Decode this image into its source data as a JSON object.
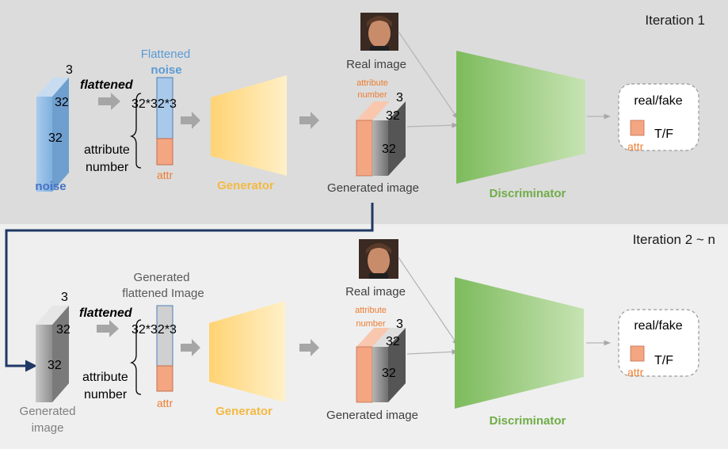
{
  "panels": [
    {
      "iteration_label": "Iteration 1",
      "input_cube": {
        "depth": "3",
        "width": "32",
        "height": "32",
        "caption": "noise"
      },
      "flatten_label": "flattened",
      "vector_title_line1": "Flattened",
      "vector_title_line2": "noise",
      "vector_size": "32*32*3",
      "attribute_label_line1": "attribute",
      "attribute_label_line2": "number",
      "attr_segment_label": "attr",
      "generator_label": "Generator",
      "real_image_label": "Real image",
      "generated_attr_line1": "attribute",
      "generated_attr_line2": "number",
      "generated_cube": {
        "depth": "3",
        "width": "32",
        "height": "32"
      },
      "generated_image_label": "Generated image",
      "discriminator_label": "Discriminator",
      "output": {
        "title": "real/fake",
        "tf_label": "T/F",
        "attr_label": "attr"
      }
    },
    {
      "iteration_label": "Iteration 2 ~ n",
      "input_cube": {
        "depth": "3",
        "width": "32",
        "height": "32",
        "caption_line1": "Generated",
        "caption_line2": "image"
      },
      "flatten_label": "flattened",
      "vector_title_line1": "Generated",
      "vector_title_line2": "flattened Image",
      "vector_size": "32*32*3",
      "attribute_label_line1": "attribute",
      "attribute_label_line2": "number",
      "attr_segment_label": "attr",
      "generator_label": "Generator",
      "real_image_label": "Real image",
      "generated_attr_line1": "attribute",
      "generated_attr_line2": "number",
      "generated_cube": {
        "depth": "3",
        "width": "32",
        "height": "32"
      },
      "generated_image_label": "Generated image",
      "discriminator_label": "Discriminator",
      "output": {
        "title": "real/fake",
        "tf_label": "T/F",
        "attr_label": "attr"
      }
    }
  ],
  "colors": {
    "panel1_bg": "#dcdcdc",
    "panel2_bg": "#efefef",
    "noise_blue": "#9ec3e6",
    "noise_text": "#4472c4",
    "generator_fill": "#ffd980",
    "generator_text": "#f4b942",
    "discriminator_fill": "#8fc672",
    "discriminator_text": "#70ad47",
    "attr_fill": "#f4a582",
    "attr_text": "#ed7d31",
    "feedback_arrow": "#1f3864"
  },
  "icons": [
    "gray-arrow-icon",
    "brace-icon",
    "face-photo-icon",
    "feedback-arrow-icon"
  ]
}
